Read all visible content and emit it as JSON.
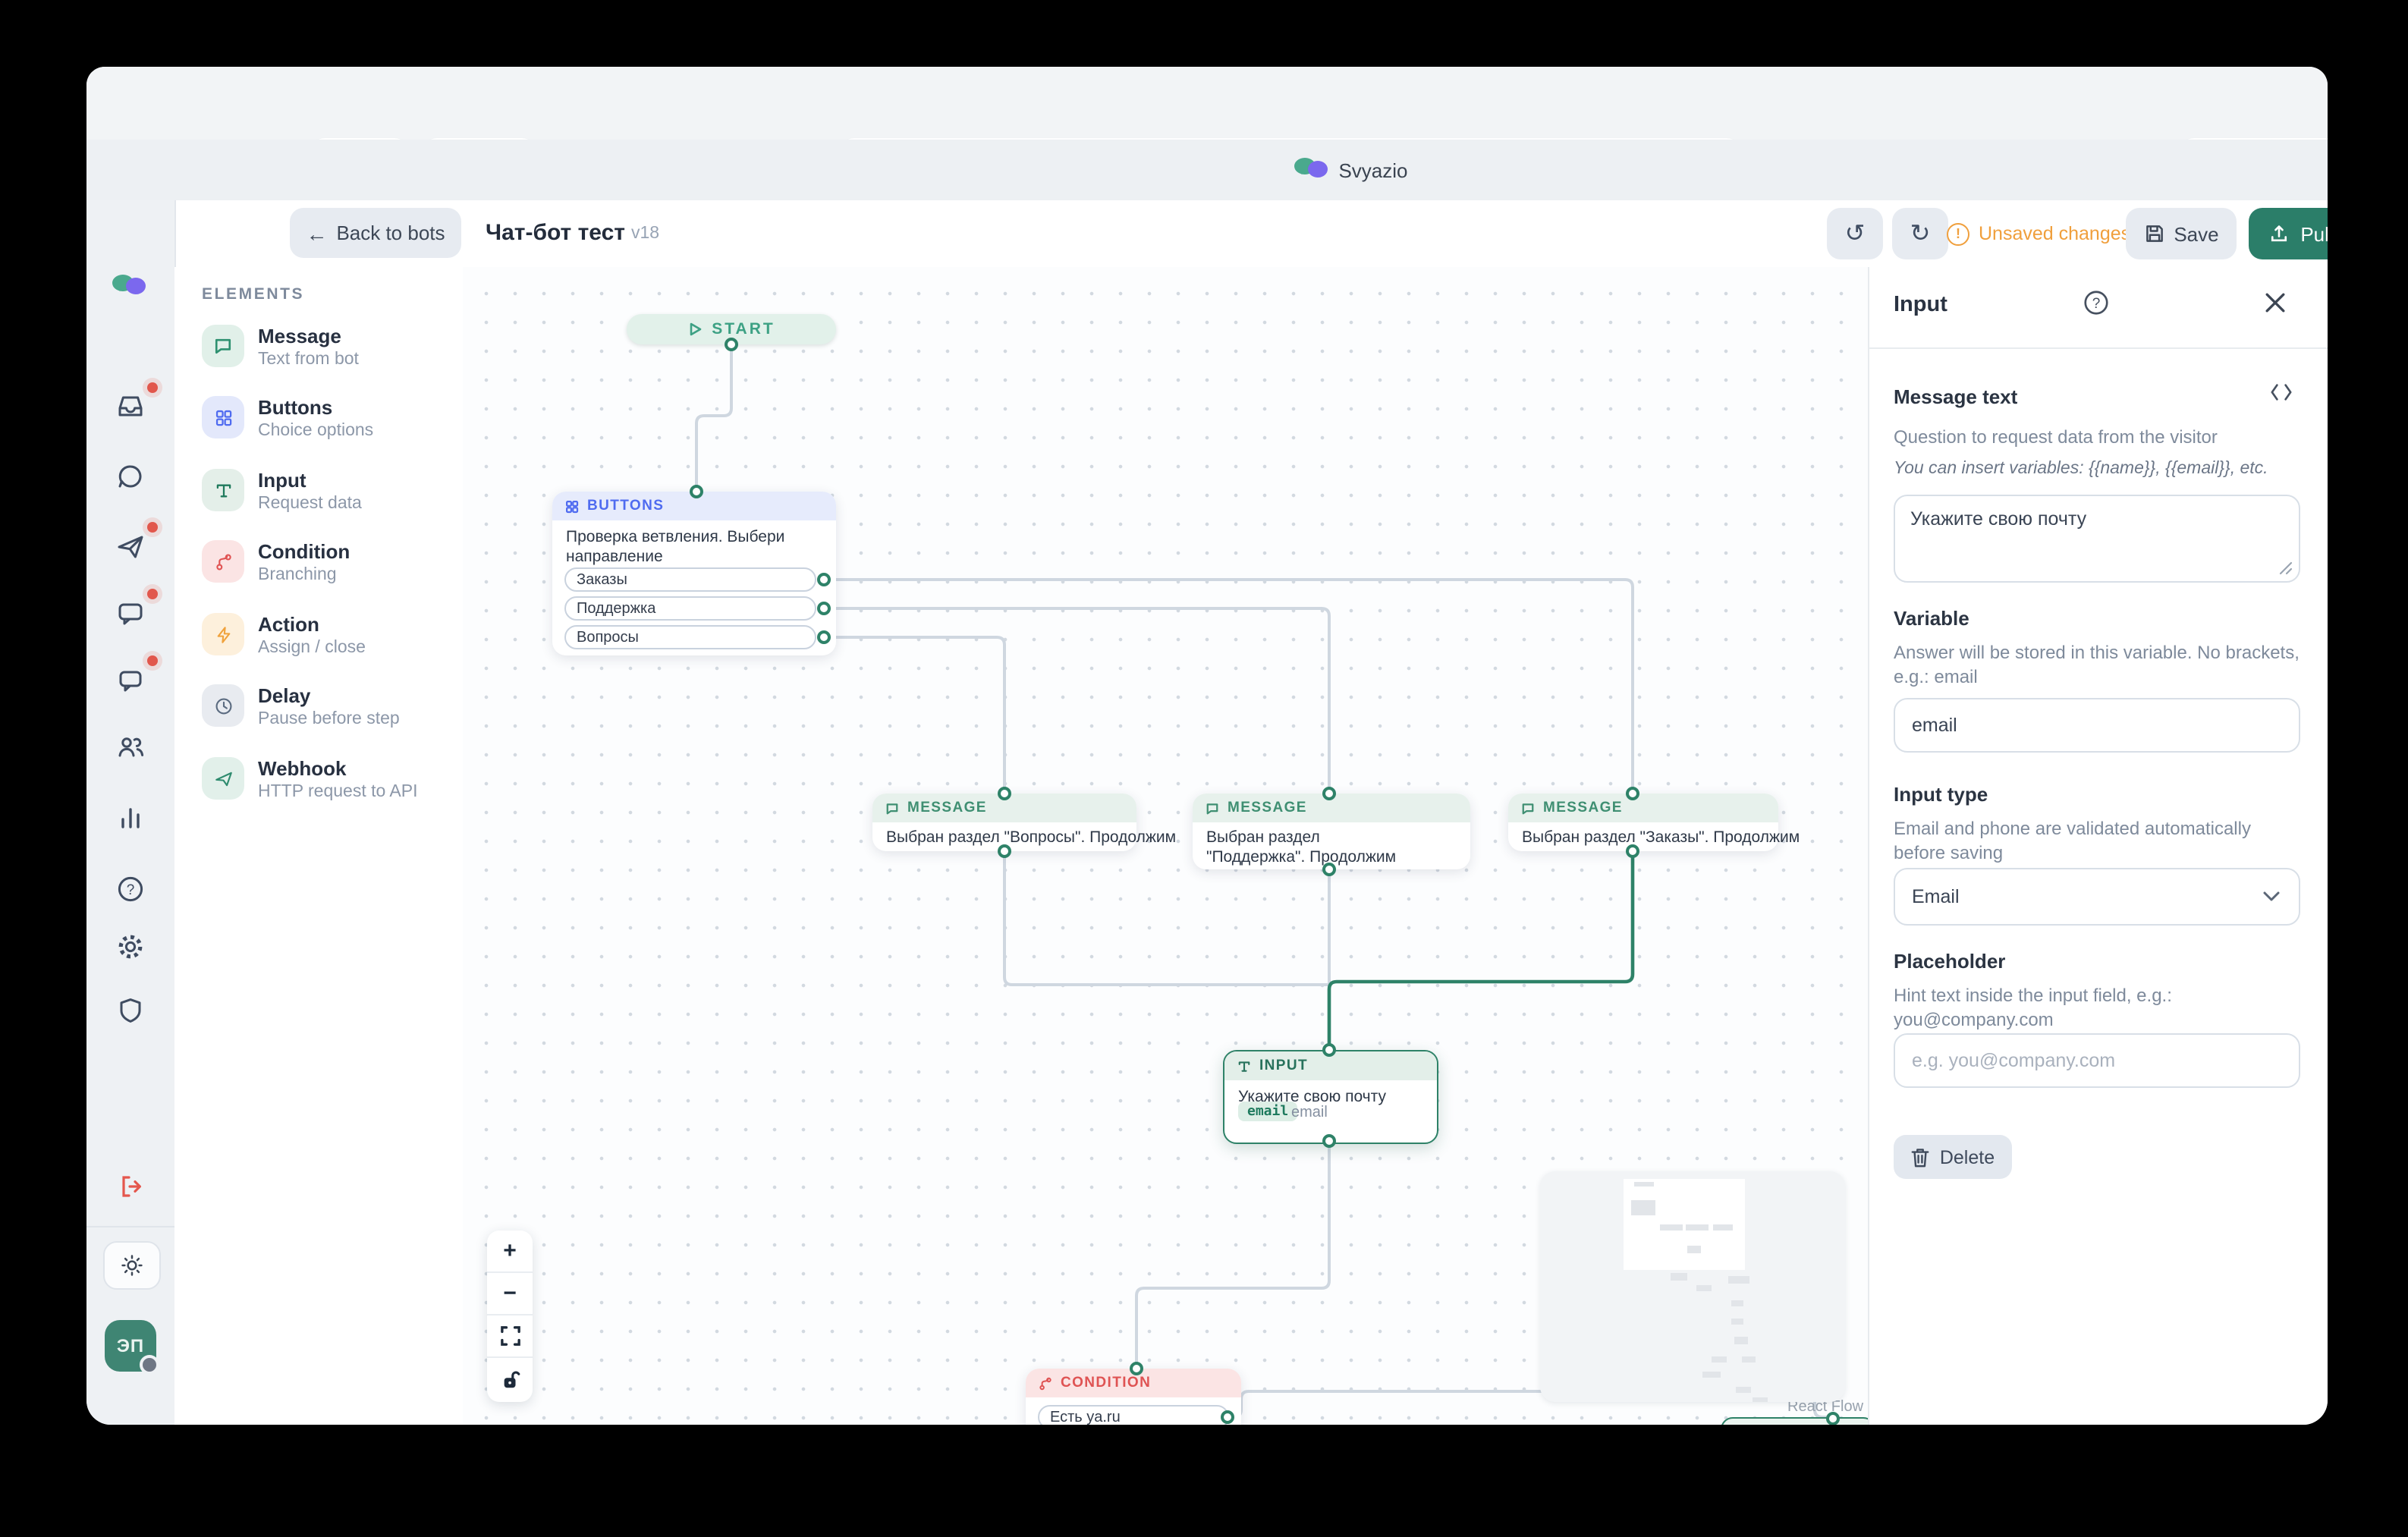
{
  "browser": {
    "tab_title": "Svyazio"
  },
  "app_header": {
    "back_label": "Back to bots",
    "title": "Чат-бот тест",
    "version": "v18",
    "unsaved": "Unsaved changes",
    "save_label": "Save",
    "publish_label": "Publish"
  },
  "sidebar": {
    "avatar_initials": "ЭП"
  },
  "elements_panel": {
    "title": "ELEMENTS",
    "items": [
      {
        "title": "Message",
        "subtitle": "Text from bot"
      },
      {
        "title": "Buttons",
        "subtitle": "Choice options"
      },
      {
        "title": "Input",
        "subtitle": "Request data"
      },
      {
        "title": "Condition",
        "subtitle": "Branching"
      },
      {
        "title": "Action",
        "subtitle": "Assign / close"
      },
      {
        "title": "Delay",
        "subtitle": "Pause before step"
      },
      {
        "title": "Webhook",
        "subtitle": "HTTP request to API"
      }
    ]
  },
  "canvas": {
    "start_label": "START",
    "buttons_node": {
      "type_label": "BUTTONS",
      "text": "Проверка ветвления. Выбери направление",
      "options": [
        "Заказы",
        "Поддержка",
        "Вопросы"
      ]
    },
    "message_nodes": [
      {
        "type_label": "MESSAGE",
        "text": "Выбран раздел \"Вопросы\". Продолжим"
      },
      {
        "type_label": "MESSAGE",
        "text": "Выбран раздел \"Поддержка\". Продолжим"
      },
      {
        "type_label": "MESSAGE",
        "text": "Выбран раздел \"Заказы\". Продолжим"
      }
    ],
    "input_node": {
      "type_label": "INPUT",
      "text": "Укажите свою почту",
      "variable_badge": "email",
      "variable_name": "email"
    },
    "condition_node": {
      "type_label": "CONDITION",
      "option": "Есть ya.ru"
    },
    "attribution": "React Flow"
  },
  "inspector": {
    "title": "Input",
    "message_text": {
      "label": "Message text",
      "help": "Question to request data from the visitor",
      "variables_hint": "You can insert variables: {{name}}, {{email}}, etc.",
      "value": "Укажите свою почту"
    },
    "variable": {
      "label": "Variable",
      "help": "Answer will be stored in this variable. No brackets, e.g.: email",
      "value": "email"
    },
    "input_type": {
      "label": "Input type",
      "help": "Email and phone are validated automatically before saving",
      "value": "Email"
    },
    "placeholder": {
      "label": "Placeholder",
      "help": "Hint text inside the input field, e.g.: you@company.com",
      "placeholder": "e.g. you@company.com"
    },
    "delete_label": "Delete"
  },
  "colors": {
    "accent_teal": "#2e8268",
    "buttons_blue": "#4f6bf0",
    "condition_red": "#df5353",
    "publish_green": "#2b7e69",
    "unsaved_orange": "#f09f3c"
  }
}
